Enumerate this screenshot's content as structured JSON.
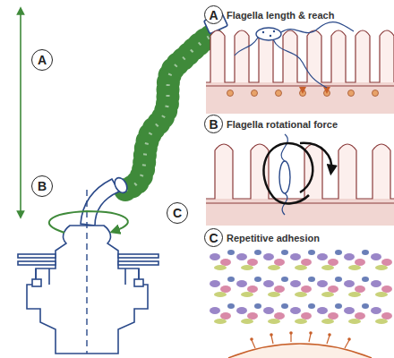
{
  "diagram": {
    "nodes": [
      {
        "text": [
          "A"
        ]
      },
      {
        "text": [
          "B"
        ]
      },
      {
        "text": [
          "C"
        ]
      },
      {
        "text": [
          "A",
          "Flagella length & reach"
        ]
      },
      {
        "text": [
          "B",
          "Flagella rotational force"
        ]
      },
      {
        "text": [
          "C",
          "Repetitive adhesion"
        ]
      }
    ]
  }
}
